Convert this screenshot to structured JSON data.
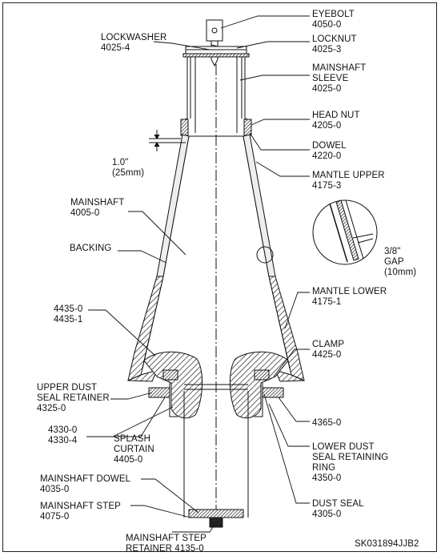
{
  "diagram": {
    "labels": {
      "eyebolt": "EYEBOLT\n4050-0",
      "lockwasher": "LOCKWASHER\n4025-4",
      "locknut": "LOCKNUT\n4025-3",
      "mainshaft_sleeve": "MAINSHAFT\nSLEEVE\n4025-0",
      "head_nut": "HEAD NUT\n4205-0",
      "dowel": "DOWEL\n4220-0",
      "dimension_1in": "1.0\"\n(25mm)",
      "mantle_upper": "MANTLE UPPER\n4175-3",
      "mainshaft": "MAINSHAFT\n4005-0",
      "backing": "BACKING",
      "gap": "3/8\"\nGAP\n(10mm)",
      "mantle_lower": "MANTLE LOWER\n4175-1",
      "part_4435": "4435-0\n4435-1",
      "clamp": "CLAMP\n4425-0",
      "upper_dust_seal_retainer": "UPPER DUST\nSEAL RETAINER\n4325-0",
      "part_4365": "4365-0",
      "part_4330": "4330-0\n4330-4",
      "splash_curtain": "SPLASH\nCURTAIN\n4405-0",
      "lower_dust_seal_retaining_ring": "LOWER DUST\nSEAL RETAINING\nRING\n4350-0",
      "mainshaft_dowel": "MAINSHAFT DOWEL\n4035-0",
      "mainshaft_step": "MAINSHAFT STEP\n4075-0",
      "dust_seal": "DUST SEAL\n4305-0",
      "mainshaft_step_retainer": "MAINSHAFT STEP\nRETAINER 4135-0",
      "drawing_number": "SK031894JJB2"
    }
  }
}
